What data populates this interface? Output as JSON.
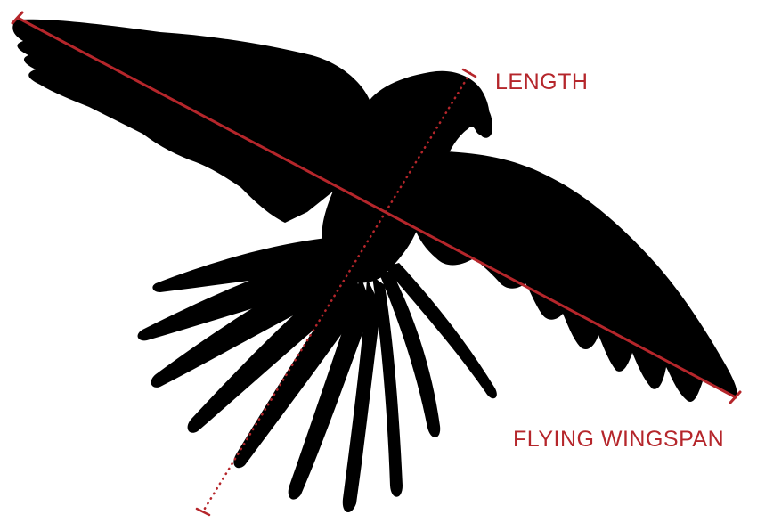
{
  "labels": {
    "length": "LENGTH",
    "wingspan": "FLYING WINGSPAN"
  },
  "colors": {
    "silhouette": "#000000",
    "measure_line": "#b5262b",
    "label_text": "#b5262b",
    "background": "#ffffff"
  },
  "measurements": [
    {
      "name": "length",
      "line_style": "dotted"
    },
    {
      "name": "flying-wingspan",
      "line_style": "solid"
    }
  ],
  "subject": "parrot-silhouette"
}
